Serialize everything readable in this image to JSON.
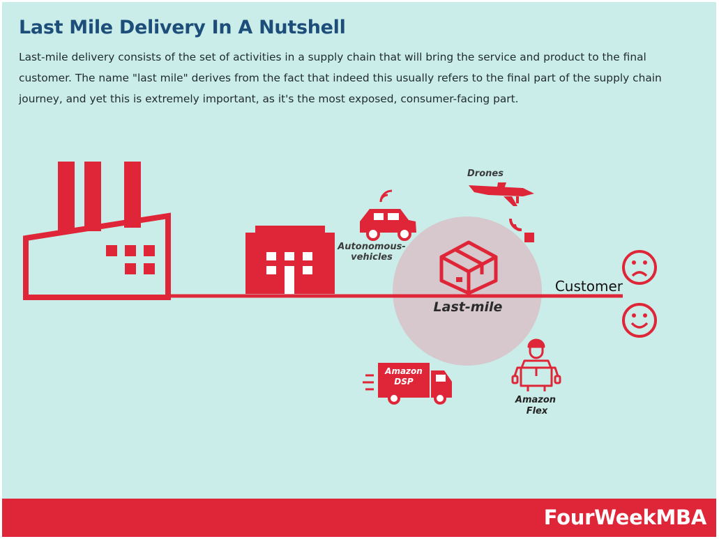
{
  "header": {
    "title": "Last Mile Delivery In A Nutshell",
    "description": "Last-mile delivery consists of the set of activities in a supply chain that will bring the service and product to the final customer. The name \"last mile\" derives from the fact that indeed this usually refers to the final part of the supply chain journey, and yet this is extremely important, as it's the most exposed, consumer-facing part."
  },
  "diagram": {
    "labels": {
      "drones": "Drones",
      "autonomous_line1": "Autonomous-",
      "autonomous_line2": "vehicles",
      "last_mile": "Last-mile",
      "customer": "Customer",
      "dsp_line1": "Amazon",
      "dsp_line2": "DSP",
      "flex_line1": "Amazon",
      "flex_line2": "Flex"
    },
    "icons": [
      "factory-icon",
      "store-icon",
      "autonomous-car-icon",
      "drone-icon",
      "wifi-signal-icon",
      "package-box-icon",
      "sad-face-icon",
      "happy-face-icon",
      "delivery-truck-icon",
      "courier-icon"
    ],
    "colors": {
      "accent_red": "#df2638",
      "background": "#cbede9",
      "title_blue": "#1d4e7a",
      "circle": "#d6c8cc"
    }
  },
  "footer": {
    "brand": "FourWeekMBA"
  }
}
